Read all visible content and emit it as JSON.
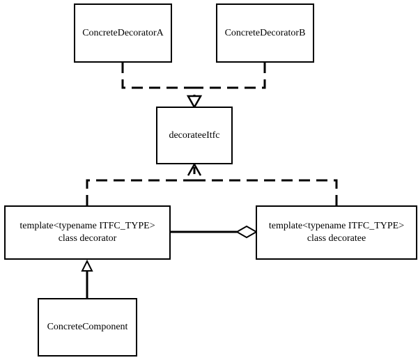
{
  "diagram": {
    "stroke_color": "#000000",
    "fill_color": "#ffffff",
    "nodes": {
      "concrete_decorator_a": {
        "label": "ConcreteDecoratorA"
      },
      "concrete_decorator_b": {
        "label": "ConcreteDecoratorB"
      },
      "decoratee_itfc": {
        "label": "decorateeItfc"
      },
      "decorator": {
        "line1": "template<typename ITFC_TYPE>",
        "line2": "class decorator"
      },
      "decoratee": {
        "line1": "template<typename ITFC_TYPE>",
        "line2": "class decoratee"
      },
      "concrete_component": {
        "label": "ConcreteComponent"
      }
    },
    "edges": [
      {
        "from": "concrete_decorator_a",
        "to": "decoratee_itfc",
        "kind": "realization"
      },
      {
        "from": "concrete_decorator_b",
        "to": "decoratee_itfc",
        "kind": "realization"
      },
      {
        "from": "decorator",
        "to": "decoratee_itfc",
        "kind": "realization"
      },
      {
        "from": "decoratee",
        "to": "decoratee_itfc",
        "kind": "realization"
      },
      {
        "from": "decorator",
        "to": "decoratee",
        "kind": "aggregation"
      },
      {
        "from": "concrete_component",
        "to": "decorator",
        "kind": "generalization"
      }
    ]
  }
}
